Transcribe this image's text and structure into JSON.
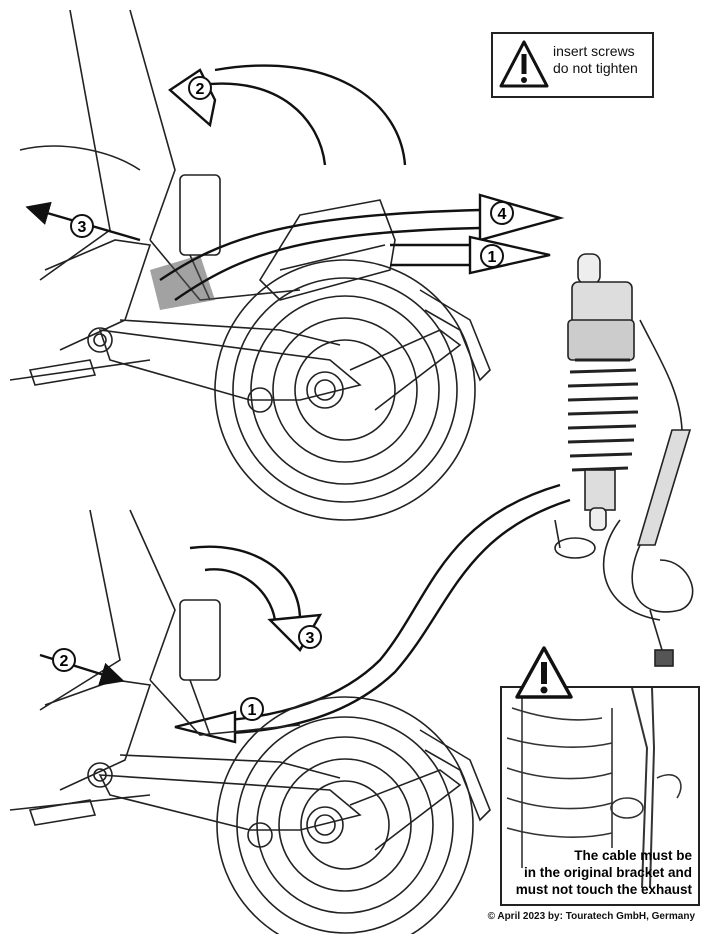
{
  "warning_top": {
    "icon": "warning-triangle-icon",
    "lines": [
      "insert screws",
      "do not tighten"
    ]
  },
  "warning_cable": {
    "icon": "warning-triangle-icon",
    "lines": [
      "The cable must be",
      "in the original bracket and",
      "must not touch the exhaust"
    ]
  },
  "top_diagram": {
    "steps": [
      "1",
      "2",
      "3",
      "4"
    ]
  },
  "bottom_diagram": {
    "steps": [
      "1",
      "2",
      "3"
    ]
  },
  "copyright": "© April 2023 by: Touratech GmbH, Germany"
}
